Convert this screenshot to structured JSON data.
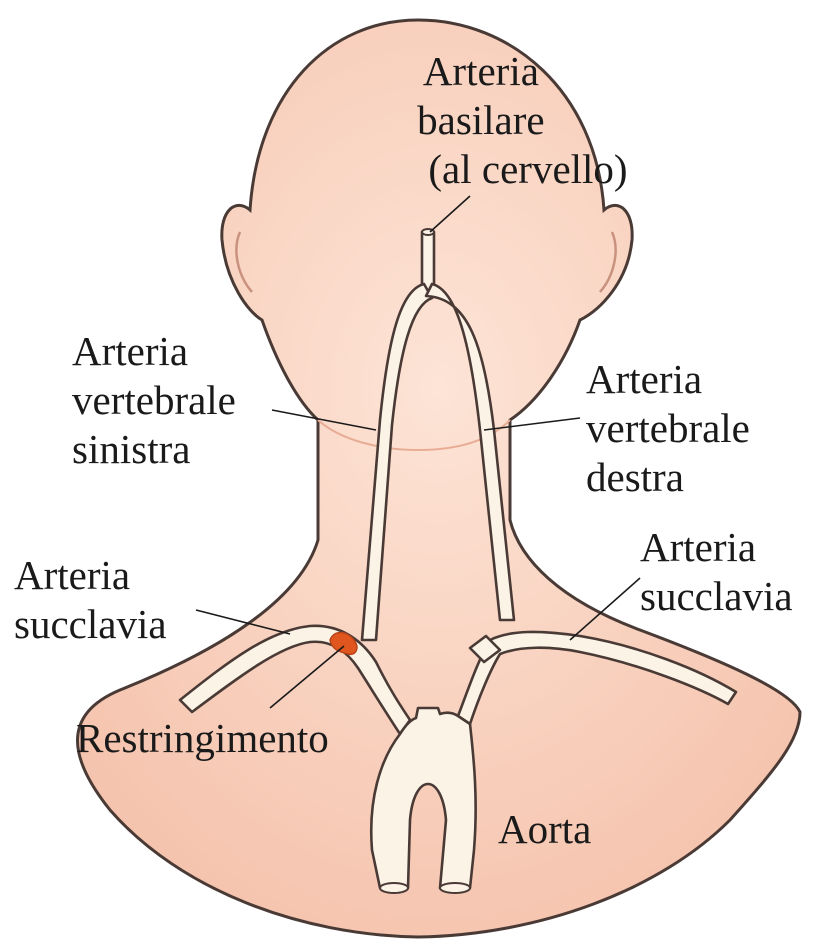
{
  "labels": {
    "basilare": [
      "Arteria",
      "basilare",
      "(al cervello)"
    ],
    "vert_sinistra": [
      "Arteria",
      "vertebrale",
      "sinistra"
    ],
    "vert_destra": [
      "Arteria",
      "vertebrale",
      "destra"
    ],
    "succlavia_sinistra": [
      "Arteria",
      "succlavia"
    ],
    "succlavia_destra": [
      "Arteria",
      "succlavia"
    ],
    "restringimento": "Restringimento",
    "aorta": "Aorta"
  },
  "colors": {
    "skin": "#f7cdb9",
    "skin_light": "#fbe0d2",
    "vessel": "#fbf3e6",
    "stenosis": "#e0561e",
    "outline": "#4a3a36"
  },
  "icons": [
    "head-silhouette",
    "artery-tree",
    "stenosis-marker"
  ]
}
